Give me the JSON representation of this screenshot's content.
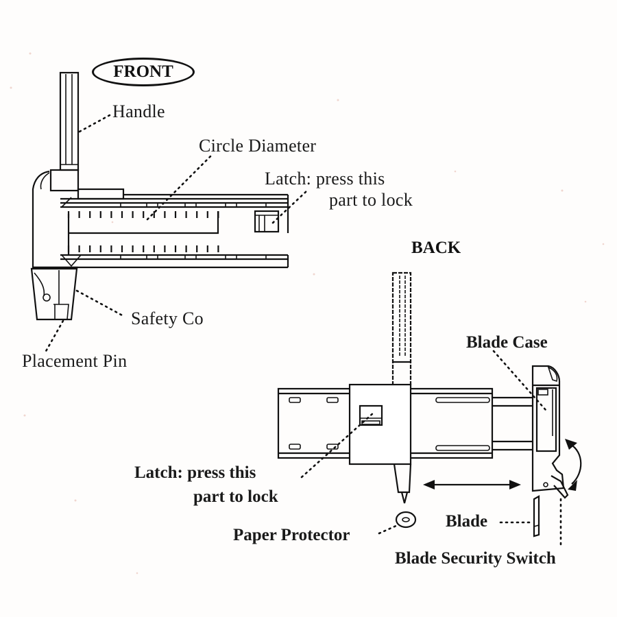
{
  "diagram": {
    "front": {
      "title": "FRONT",
      "labels": {
        "handle": "Handle",
        "circle_diameter": "Circle Diameter",
        "latch_line1": "Latch: press this",
        "latch_line2": "part to lock",
        "safety_cover": "Safety Co",
        "placement_pin": "Placement Pin"
      }
    },
    "back": {
      "title": "BACK",
      "labels": {
        "blade_case": "Blade Case",
        "latch_line1": "Latch: press this",
        "latch_line2": "part to lock",
        "paper_protector": "Paper Protector",
        "blade": "Blade",
        "blade_security_switch": "Blade Security Switch"
      }
    }
  }
}
